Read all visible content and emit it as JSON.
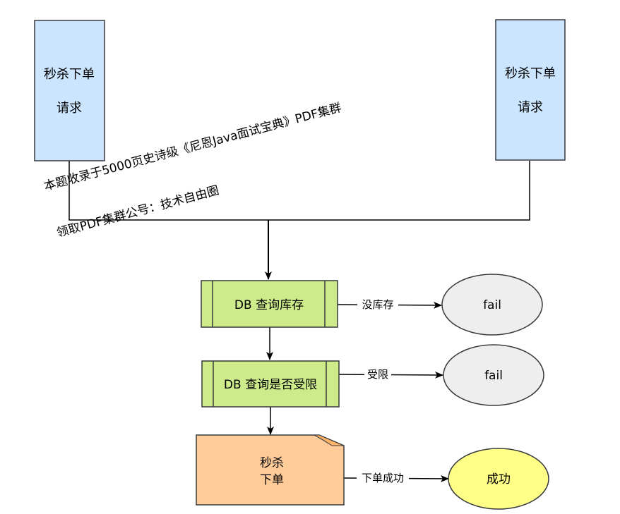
{
  "request_left": {
    "line1": "秒杀下单",
    "line2": "请求"
  },
  "request_right": {
    "line1": "秒杀下单",
    "line2": "请求"
  },
  "watermark": {
    "line1": "本题收录于5000页史诗级《尼恩Java面试宝典》PDF集群",
    "line2": "领取PDF集群公号：技术自由圈"
  },
  "stock_check": {
    "label": "DB 查询库存"
  },
  "limit_check": {
    "label": "DB 查询是否受限"
  },
  "order": {
    "line1": "秒杀",
    "line2": "下单"
  },
  "edges": {
    "no_stock": "没库存",
    "limited": "受限",
    "order_success": "下单成功"
  },
  "results": {
    "fail_stock": "fail",
    "fail_limit": "fail",
    "success": "成功"
  },
  "colors": {
    "request_fill": "#cce5ff",
    "process_fill": "#cdeb8b",
    "order_fill": "#ffcc99",
    "fail_fill": "#eeeeee",
    "success_fill": "#ffff88",
    "stroke": "#36393d"
  }
}
